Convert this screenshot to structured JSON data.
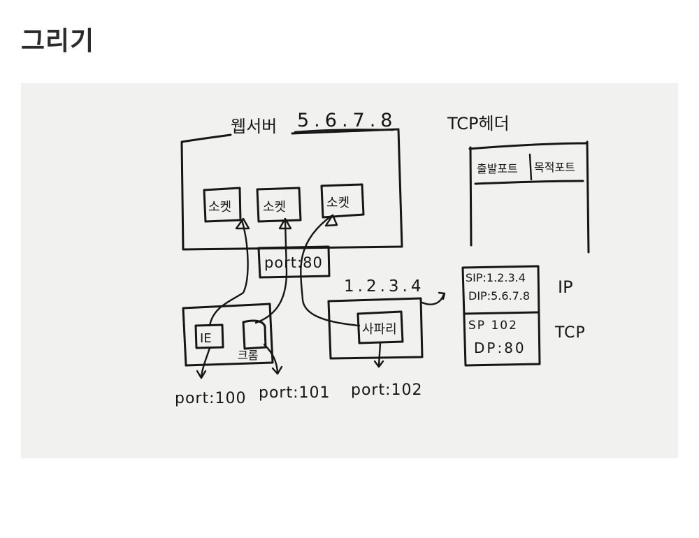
{
  "page": {
    "title": "그리기"
  },
  "diagram": {
    "web_server": {
      "label": "웹서버",
      "ip": "5.6.7.8"
    },
    "sockets": [
      "소켓",
      "소켓",
      "소켓"
    ],
    "server_port": "port:80",
    "client_ie": "IE",
    "client_chrome": "크롬",
    "client_ip": "1.2.3.4",
    "safari": "사파리",
    "client_ports": [
      "port:100",
      "port:101",
      "port:102"
    ],
    "tcp_header": {
      "title": "TCP헤더",
      "src_port": "출발포트",
      "dst_port": "목적포트"
    },
    "packet": {
      "sip": "SIP:1.2.3.4",
      "dip": "DIP:5.6.7.8",
      "sp": "SP 102",
      "dp": "DP:80",
      "ip_label": "IP",
      "tcp_label": "TCP"
    }
  }
}
